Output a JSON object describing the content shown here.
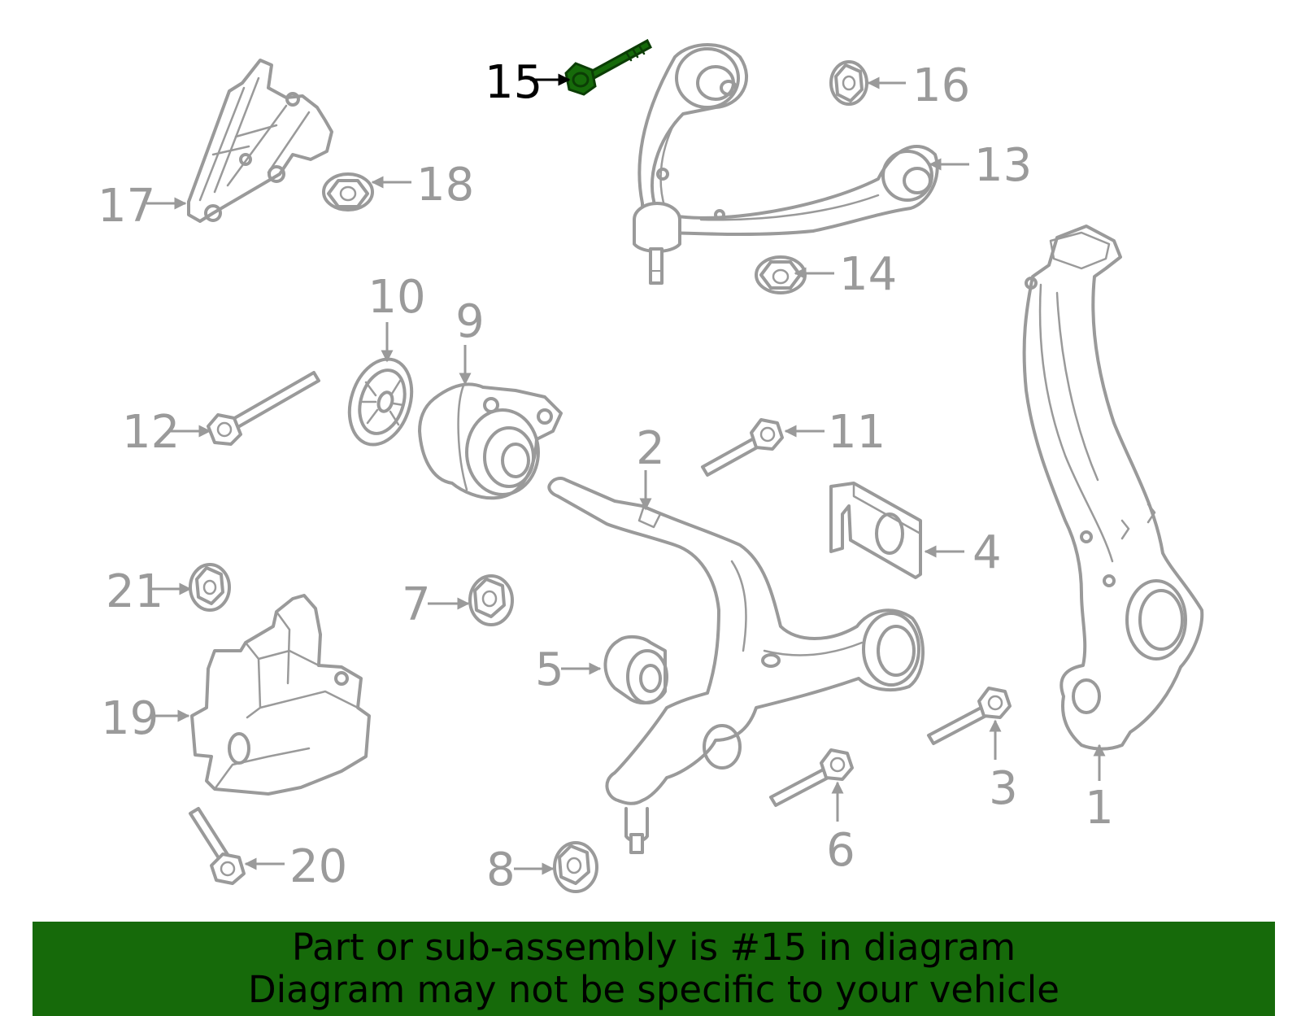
{
  "diagram": {
    "highlighted_part": "15",
    "colors": {
      "highlight": "#166a0a",
      "outline": "#9a9a9a",
      "footer_bg": "#166a0a"
    },
    "callouts": [
      "1",
      "2",
      "3",
      "4",
      "5",
      "6",
      "7",
      "8",
      "9",
      "10",
      "11",
      "12",
      "13",
      "14",
      "15",
      "16",
      "17",
      "18",
      "19",
      "20",
      "21"
    ]
  },
  "footer": {
    "line1": "Part or sub-assembly is #15 in diagram",
    "line2": "Diagram may not be specific to your vehicle"
  }
}
